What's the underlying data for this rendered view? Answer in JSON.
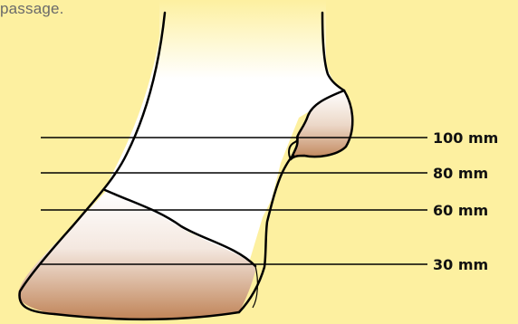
{
  "caption": {
    "text": "passage."
  },
  "diagram": {
    "levels": [
      {
        "label": "100 mm"
      },
      {
        "label": "80 mm"
      },
      {
        "label": "60 mm"
      },
      {
        "label": "30 mm"
      }
    ]
  },
  "colors": {
    "background": "#fdf0a0",
    "hoof_fill_light": "#ffffff",
    "hoof_fill_dark": "#c08458",
    "outline": "#000000"
  }
}
